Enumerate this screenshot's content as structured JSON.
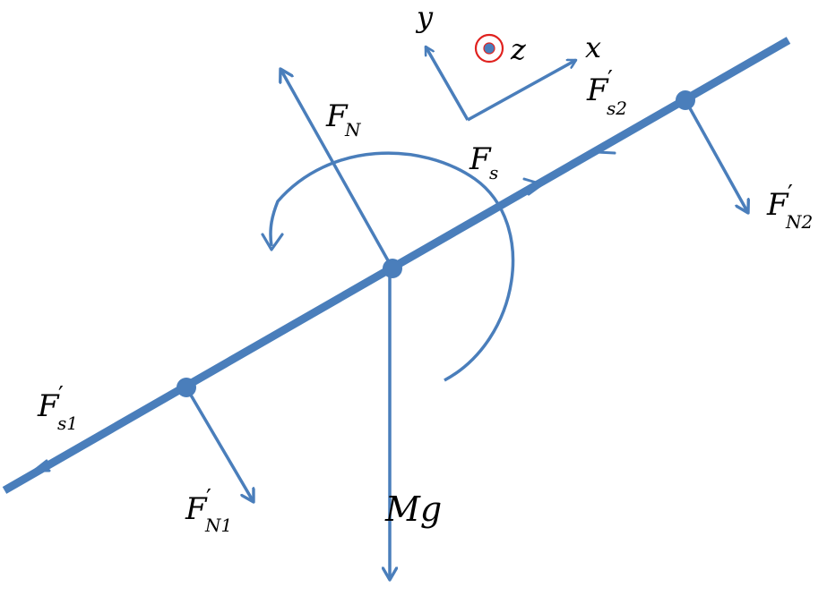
{
  "colors": {
    "line": "#4a7ebb",
    "stroke_dark": "#3e6fae",
    "text": "#000000",
    "z_ring": "#e0221f",
    "z_dot": "#4a7ebb"
  },
  "axes": {
    "x_label": "x",
    "y_label": "y",
    "z_label": "z"
  },
  "forces": {
    "normal": {
      "main": "F",
      "sub": "N"
    },
    "friction": {
      "main": "F",
      "sub": "s"
    },
    "weight": {
      "main": "Mg"
    },
    "friction_1": {
      "main": "F",
      "prime": "′",
      "sub": "s1"
    },
    "friction_2": {
      "main": "F",
      "prime": "′",
      "sub": "s2"
    },
    "normal_1": {
      "main": "F",
      "prime": "′",
      "sub": "N1"
    },
    "normal_2": {
      "main": "F",
      "prime": "′",
      "sub": "N2"
    }
  }
}
